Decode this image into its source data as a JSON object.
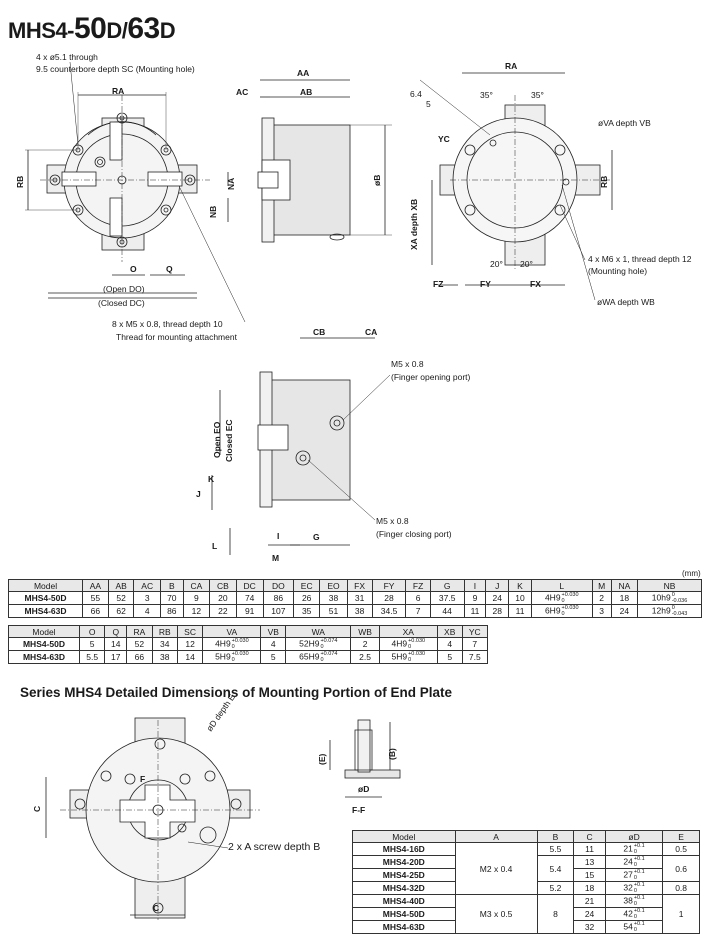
{
  "title": {
    "prefix": "MHS4-",
    "num1": "50",
    "suf1": "D",
    "slash": "/",
    "num2": "63",
    "suf2": "D"
  },
  "labels": {
    "through_hole": "4 x ø5.1 through",
    "counterbore": "9.5 counterbore depth SC (Mounting hole)",
    "RA": "RA",
    "RB": "RB",
    "NA": "NA",
    "NB": "NB",
    "O": "O",
    "Q": "Q",
    "open_do": "(Open DO)",
    "closed_dc": "(Closed DC)",
    "m5_thread": "8 x M5 x 0.8, thread depth 10",
    "thread_attach": "Thread for mounting attachment",
    "AA": "AA",
    "AC": "AC",
    "AB": "AB",
    "oB": "øB",
    "d64": "6.4",
    "d5": "5",
    "YC": "YC",
    "a35a": "35°",
    "a35b": "35°",
    "va_depth": "øVA  depth VB",
    "XA_depth": "XA depth XB",
    "m6_thread": "4 x M6 x 1, thread depth 12",
    "mounting_hole": "(Mounting hole)",
    "a20a": "20°",
    "a20b": "20°",
    "FZ": "FZ",
    "FY": "FY",
    "FX": "FX",
    "wa_depth": "øWA depth WB",
    "CB": "CB",
    "CA": "CA",
    "m5_open": "M5 x 0.8",
    "finger_open": "(Finger opening port)",
    "open_eo": "Open EO",
    "closed_ec": "Closed EC",
    "K": "K",
    "J": "J",
    "L": "L",
    "I": "I",
    "M": "M",
    "G": "G",
    "m5_close": "M5 x 0.8",
    "finger_close": "(Finger closing port)",
    "oD_depth": "øD depth E",
    "F": "F",
    "C": "C",
    "C2": "C",
    "screw": "2 x A screw depth B",
    "E_paren": "(E)",
    "B_paren": "(B)",
    "oD": "øD",
    "FF": "F-F"
  },
  "unit": "(mm)",
  "table1": {
    "headers": [
      "Model",
      "AA",
      "AB",
      "AC",
      "B",
      "CA",
      "CB",
      "DC",
      "DO",
      "EC",
      "EO",
      "FX",
      "FY",
      "FZ",
      "G",
      "I",
      "J",
      "K",
      "L",
      "M",
      "NA",
      "NB"
    ],
    "rows": [
      [
        "MHS4-50D",
        "55",
        "52",
        "3",
        "70",
        "9",
        "20",
        "74",
        "86",
        "26",
        "38",
        "31",
        "28",
        "6",
        "37.5",
        "9",
        "24",
        "10",
        "4H9",
        "2",
        "18",
        "10h9"
      ],
      [
        "MHS4-63D",
        "66",
        "62",
        "4",
        "86",
        "12",
        "22",
        "91",
        "107",
        "35",
        "51",
        "38",
        "34.5",
        "7",
        "44",
        "11",
        "28",
        "11",
        "6H9",
        "3",
        "24",
        "12h9"
      ]
    ],
    "L_tol": [
      "+0.030",
      "0"
    ],
    "NB_tol": [
      [
        "0",
        "-0.036"
      ],
      [
        "0",
        "-0.043"
      ]
    ]
  },
  "table2": {
    "headers": [
      "Model",
      "O",
      "Q",
      "RA",
      "RB",
      "SC",
      "VA",
      "VB",
      "WA",
      "WB",
      "XA",
      "XB",
      "YC"
    ],
    "rows": [
      [
        "MHS4-50D",
        "5",
        "14",
        "52",
        "34",
        "12",
        "4H9",
        "4",
        "52H9",
        "2",
        "4H9",
        "4",
        "7"
      ],
      [
        "MHS4-63D",
        "5.5",
        "17",
        "66",
        "38",
        "14",
        "5H9",
        "5",
        "65H9",
        "2.5",
        "5H9",
        "5",
        "7.5"
      ]
    ],
    "VA_tol": [
      "+0.030",
      "0"
    ],
    "WA_tol": [
      "+0.074",
      "0"
    ],
    "XA_tol": [
      "+0.030",
      "0"
    ]
  },
  "section_title": "Series MHS4 Detailed Dimensions of Mounting Portion of End Plate",
  "table3": {
    "headers": [
      "Model",
      "A",
      "B",
      "C",
      "øD",
      "E"
    ],
    "models": [
      "MHS4-16D",
      "MHS4-20D",
      "MHS4-25D",
      "MHS4-32D",
      "MHS4-40D",
      "MHS4-50D",
      "MHS4-63D"
    ],
    "A": [
      "M2 x 0.4",
      "M3 x 0.5"
    ],
    "B": [
      "5.5",
      "5.4",
      "5.2",
      "8"
    ],
    "C": [
      "11",
      "13",
      "15",
      "18",
      "21",
      "24",
      "32"
    ],
    "D": [
      "21",
      "24",
      "27",
      "32",
      "38",
      "42",
      "54"
    ],
    "D_tol": [
      "+0.1",
      "0"
    ],
    "E": [
      "0.5",
      "0.6",
      "0.8",
      "1"
    ]
  },
  "colors": {
    "line": "#222222",
    "fill": "#dcdcdc",
    "header": "#e8e8e8"
  }
}
